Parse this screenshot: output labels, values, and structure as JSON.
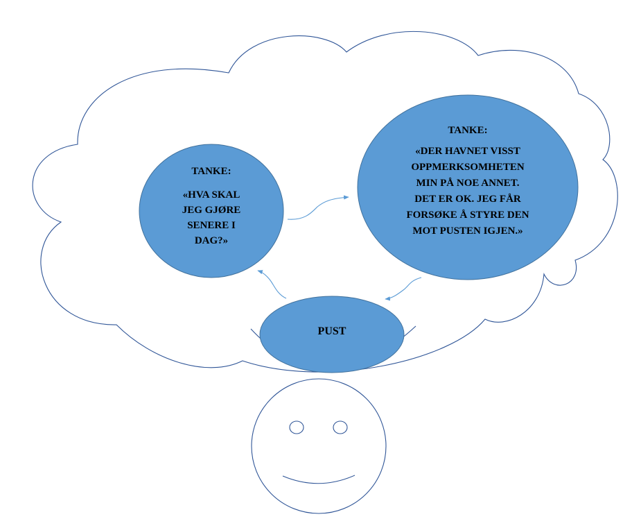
{
  "colors": {
    "cloud_outline": "#2f5597",
    "bubble_fill": "#5b9bd5",
    "connector": "#5b9bd5",
    "text": "#000000"
  },
  "thought_left": {
    "heading": "TANKE:",
    "lines": [
      "«HVA SKAL",
      "JEG GJØRE",
      "SENERE I",
      "DAG?»"
    ]
  },
  "thought_right": {
    "heading": "TANKE:",
    "lines": [
      "«DER HAVNET VISST",
      "OPPMERKSOMHETEN",
      "MIN PÅ NOE ANNET.",
      "DET ER OK. JEG FÅR",
      "FORSØKE Å STYRE DEN",
      "MOT PUSTEN IGJEN.»"
    ]
  },
  "breath": {
    "label": "PUST"
  },
  "icons": [
    "thought-cloud-icon",
    "smiley-face-icon"
  ]
}
